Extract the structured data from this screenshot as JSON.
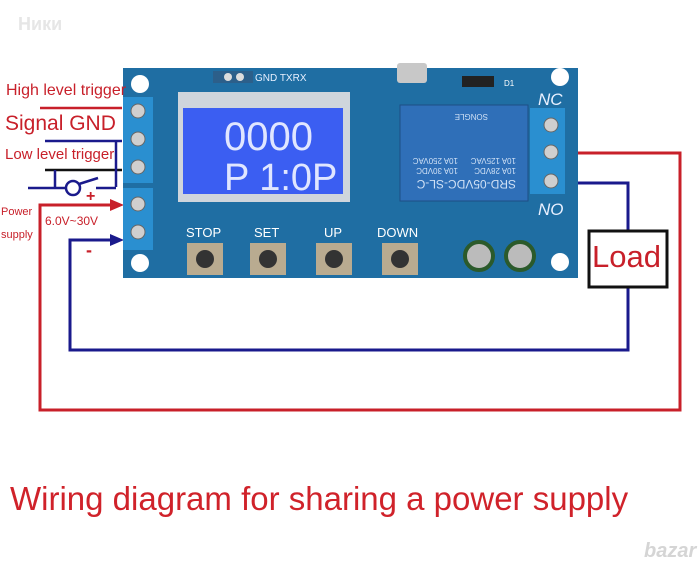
{
  "watermark": "Ники",
  "logo": "bazar",
  "labels": {
    "high": "High level trigger",
    "gnd": "Signal GND",
    "low": "Low level trigger",
    "power": "Power",
    "supply": "supply",
    "voltage": "6.0V~30V",
    "plus": "+",
    "minus": "-",
    "nc": "NC",
    "no": "NO",
    "load": "Load"
  },
  "board": {
    "header": "GND TXRX",
    "lcd_line1": "0000",
    "lcd_line2": "P 1:0P",
    "buttons": [
      "STOP",
      "SET",
      "UP",
      "DOWN"
    ],
    "relay": [
      "SRD-05VDC-SL-C",
      "10A 28VDC",
      "10A 30VDC",
      "10A 125VAC",
      "10A 250VAC",
      "SONGLE"
    ],
    "diode": "D1"
  },
  "caption": "Wiring diagram for sharing a power supply",
  "colors": {
    "red": "#c8202a",
    "blue": "#1a1a8c",
    "board": "#1f6ea3",
    "lcd": "#3b5ef2"
  }
}
